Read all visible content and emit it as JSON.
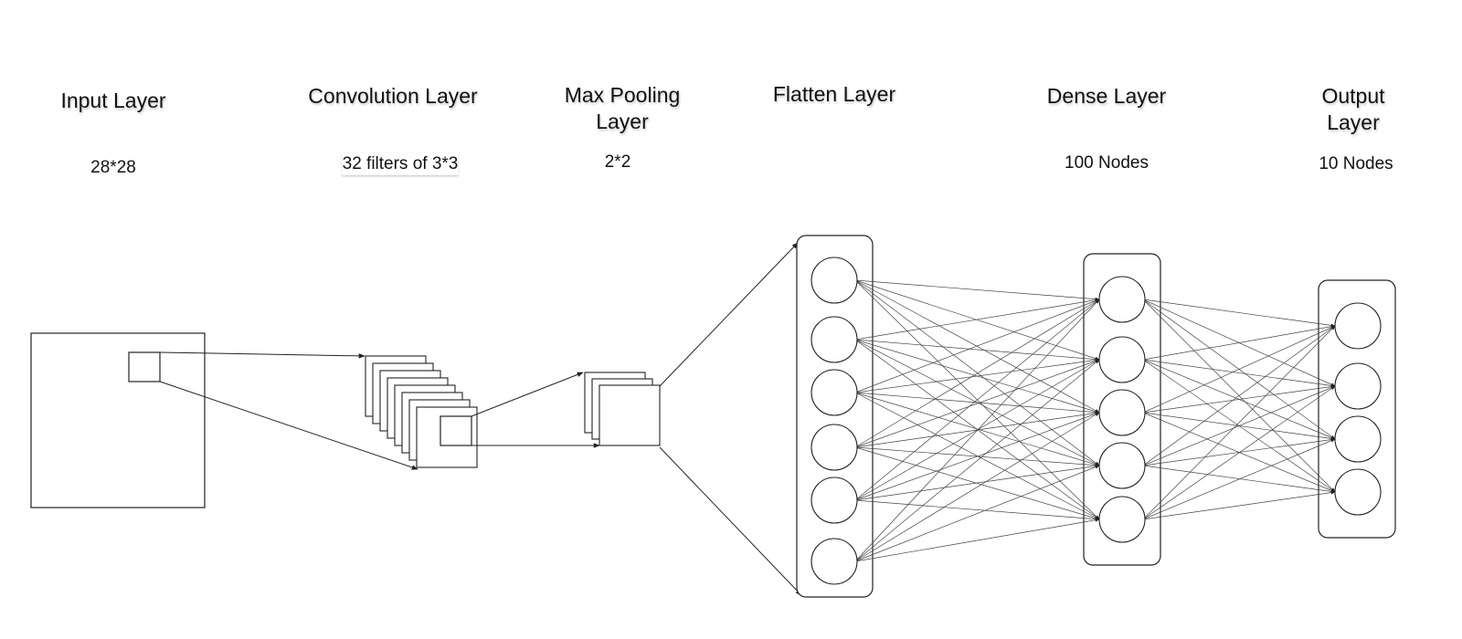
{
  "layers": [
    {
      "id": "input",
      "title": "Input Layer",
      "detail": "28*28"
    },
    {
      "id": "conv",
      "title": "Convolution Layer",
      "detail": "32 filters of 3*3"
    },
    {
      "id": "pool",
      "title": "Max Pooling Layer",
      "detail": "2*2"
    },
    {
      "id": "flatten",
      "title": "Flatten Layer",
      "detail": ""
    },
    {
      "id": "dense",
      "title": "Dense Layer",
      "detail": "100 Nodes"
    },
    {
      "id": "output",
      "title": "Output Layer",
      "detail": "10 Nodes"
    }
  ],
  "colors": {
    "stroke": "#222222",
    "edge": "#444444",
    "background": "#ffffff"
  }
}
